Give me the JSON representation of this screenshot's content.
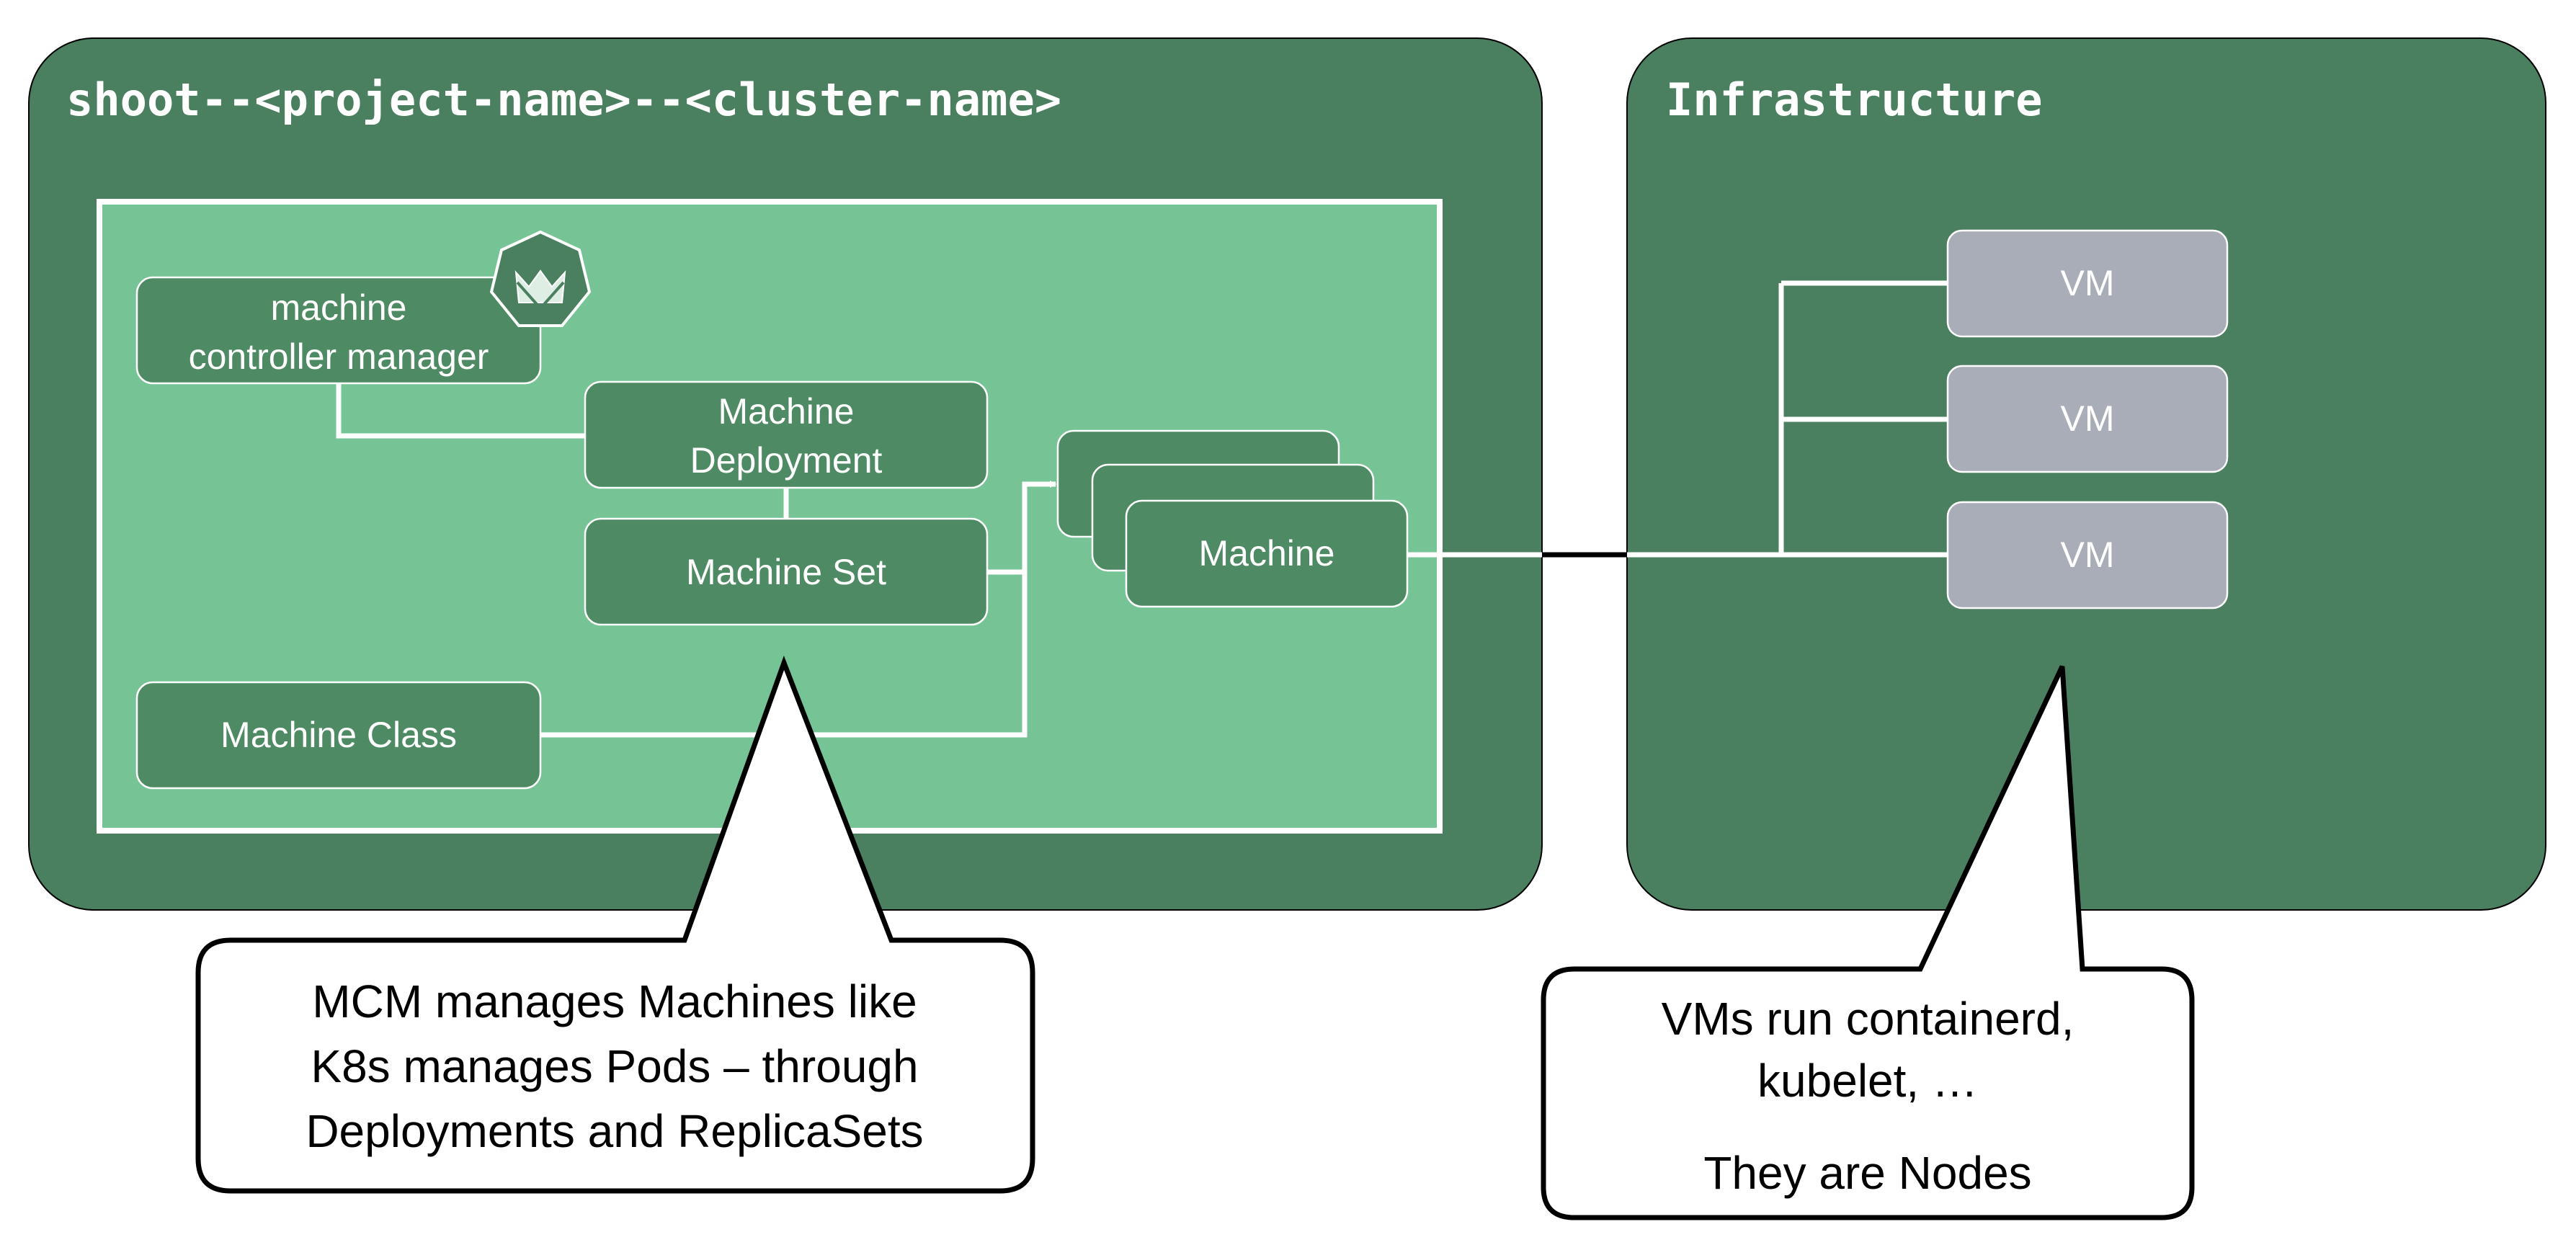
{
  "colors": {
    "panel": "#4a8060",
    "inner": "#76c495",
    "node": "#4e8b64",
    "vm": "#a8adb7",
    "line": "#ffffff",
    "connector": "#000000",
    "callout_fill": "#ffffff",
    "callout_stroke": "#000000",
    "text_dark": "#000000",
    "text_light": "#ffffff"
  },
  "shoot": {
    "title": "shoot--<project-name>--<cluster-name>",
    "mcm_line1": "machine",
    "mcm_line2": "controller manager",
    "mcm_icon": "gardener-logo-icon",
    "deployment_line1": "Machine",
    "deployment_line2": "Deployment",
    "machine_set": "Machine Set",
    "machine_class": "Machine Class",
    "machine": "Machine"
  },
  "infrastructure": {
    "title": "Infrastructure",
    "vms": [
      "VM",
      "VM",
      "VM"
    ]
  },
  "callouts": {
    "mcm": {
      "line1": "MCM manages Machines like",
      "line2": "K8s manages Pods – through",
      "line3": "Deployments and ReplicaSets"
    },
    "vm": {
      "line1": "VMs run containerd,",
      "line2": "kubelet, …",
      "line3": "They are Nodes"
    }
  }
}
